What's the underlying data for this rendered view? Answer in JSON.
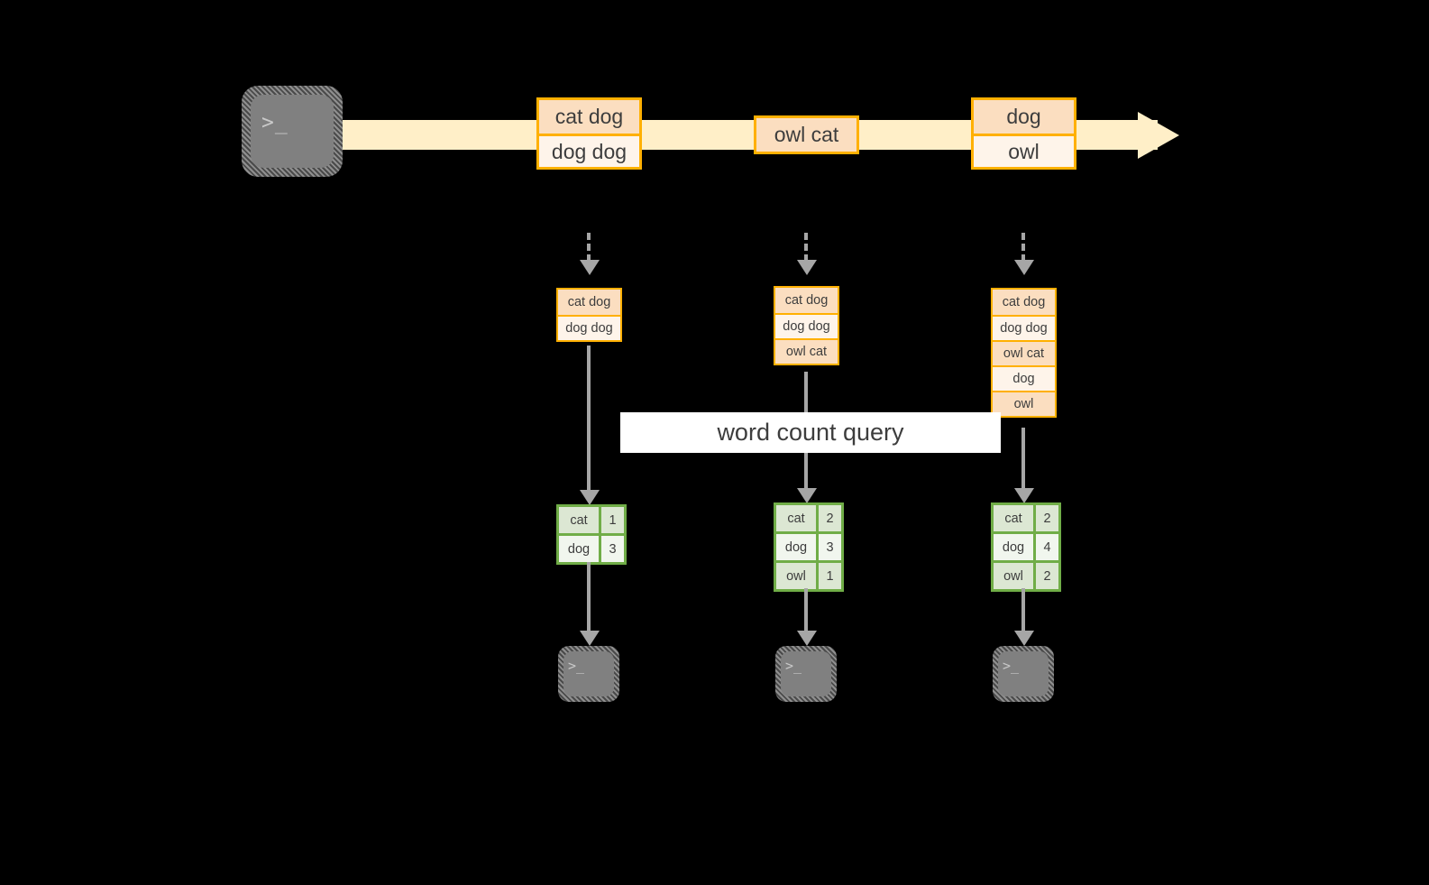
{
  "diagram": {
    "title": "word count query",
    "source_terminal": {
      "icon": "terminal-icon",
      "prompt": ">_"
    },
    "colors": {
      "stream_band": "#FFEFC8",
      "record_border": "#FFB000",
      "record_fill_tint": "#FBDEC0",
      "record_fill_plain": "#FEF4EA",
      "result_border": "#70AD47",
      "result_fill_tint": "#DCE7D3",
      "result_fill_plain": "#F1F6EE",
      "connector": "#A6A6A6",
      "terminal_fill": "#808080",
      "label_fill": "#FFFFFF",
      "background": "#000000"
    },
    "stream": {
      "groups": [
        {
          "lines": [
            "cat dog",
            "dog dog"
          ]
        },
        {
          "lines": [
            "owl cat"
          ]
        },
        {
          "lines": [
            "dog",
            "owl"
          ]
        }
      ]
    },
    "snapshots": [
      {
        "accumulated": [
          "cat dog",
          "dog dog"
        ],
        "result": {
          "rows": [
            {
              "word": "cat",
              "count": "1"
            },
            {
              "word": "dog",
              "count": "3"
            }
          ]
        },
        "sink": {
          "icon": "terminal-icon",
          "prompt": ">_"
        }
      },
      {
        "accumulated": [
          "cat dog",
          "dog dog",
          "owl cat"
        ],
        "result": {
          "rows": [
            {
              "word": "cat",
              "count": "2"
            },
            {
              "word": "dog",
              "count": "3"
            },
            {
              "word": "owl",
              "count": "1"
            }
          ]
        },
        "sink": {
          "icon": "terminal-icon",
          "prompt": ">_"
        }
      },
      {
        "accumulated": [
          "cat dog",
          "dog dog",
          "owl cat",
          "dog",
          "owl"
        ],
        "result": {
          "rows": [
            {
              "word": "cat",
              "count": "2"
            },
            {
              "word": "dog",
              "count": "4"
            },
            {
              "word": "owl",
              "count": "2"
            }
          ]
        },
        "sink": {
          "icon": "terminal-icon",
          "prompt": ">_"
        }
      }
    ]
  }
}
